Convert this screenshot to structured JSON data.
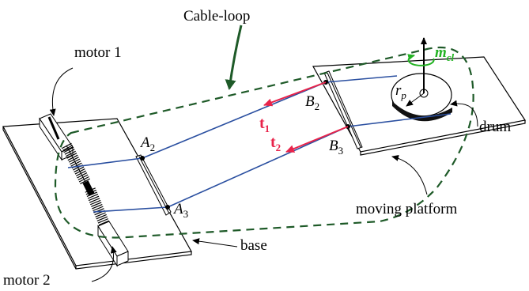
{
  "labels": {
    "cable_loop": "Cable-loop",
    "motor1": "motor 1",
    "motor2": "motor 2",
    "base": "base",
    "moving_platform": "moving platform",
    "drum": "drum",
    "a2": "A",
    "a2_sub": "2",
    "a3": "A",
    "a3_sub": "3",
    "b2": "B",
    "b2_sub": "2",
    "b3": "B",
    "b3_sub": "3",
    "t1": "t",
    "t1_sub": "1",
    "t2": "t",
    "t2_sub": "2",
    "rp": "r",
    "rp_sub": "p",
    "mcl": "m",
    "mcl_sub": "cl"
  },
  "colors": {
    "cable": "#2a4fa0",
    "tension": "#e8234a",
    "loop": "#1e5a28",
    "moment": "#22b322"
  }
}
